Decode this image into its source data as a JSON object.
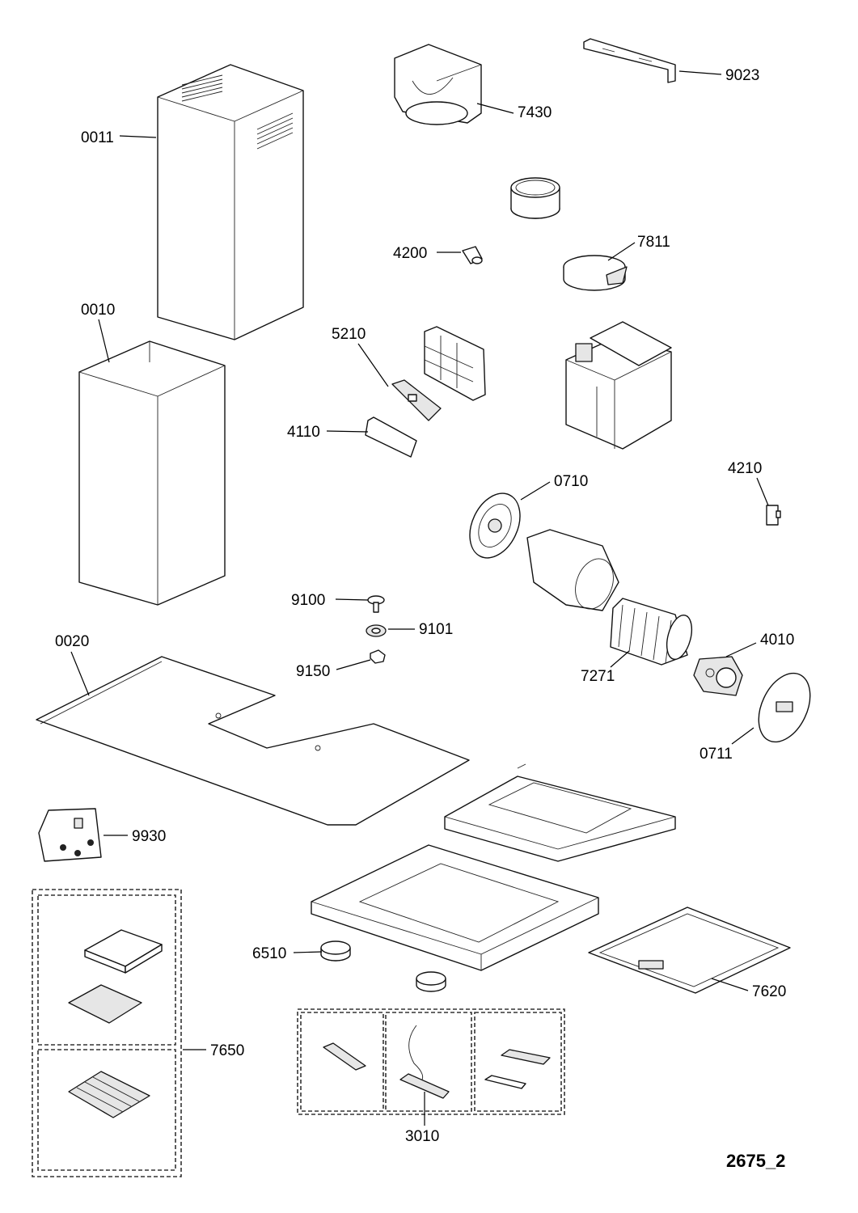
{
  "diagram_code": "2675_2",
  "parts": [
    {
      "id": "0011"
    },
    {
      "id": "0010"
    },
    {
      "id": "0020"
    },
    {
      "id": "9930"
    },
    {
      "id": "7650"
    },
    {
      "id": "7430"
    },
    {
      "id": "9023"
    },
    {
      "id": "4200"
    },
    {
      "id": "7811"
    },
    {
      "id": "5210"
    },
    {
      "id": "4110"
    },
    {
      "id": "0710"
    },
    {
      "id": "4210"
    },
    {
      "id": "9100"
    },
    {
      "id": "9101"
    },
    {
      "id": "9150"
    },
    {
      "id": "7271"
    },
    {
      "id": "4010"
    },
    {
      "id": "0711"
    },
    {
      "id": "6510"
    },
    {
      "id": "7620"
    },
    {
      "id": "3010"
    }
  ]
}
